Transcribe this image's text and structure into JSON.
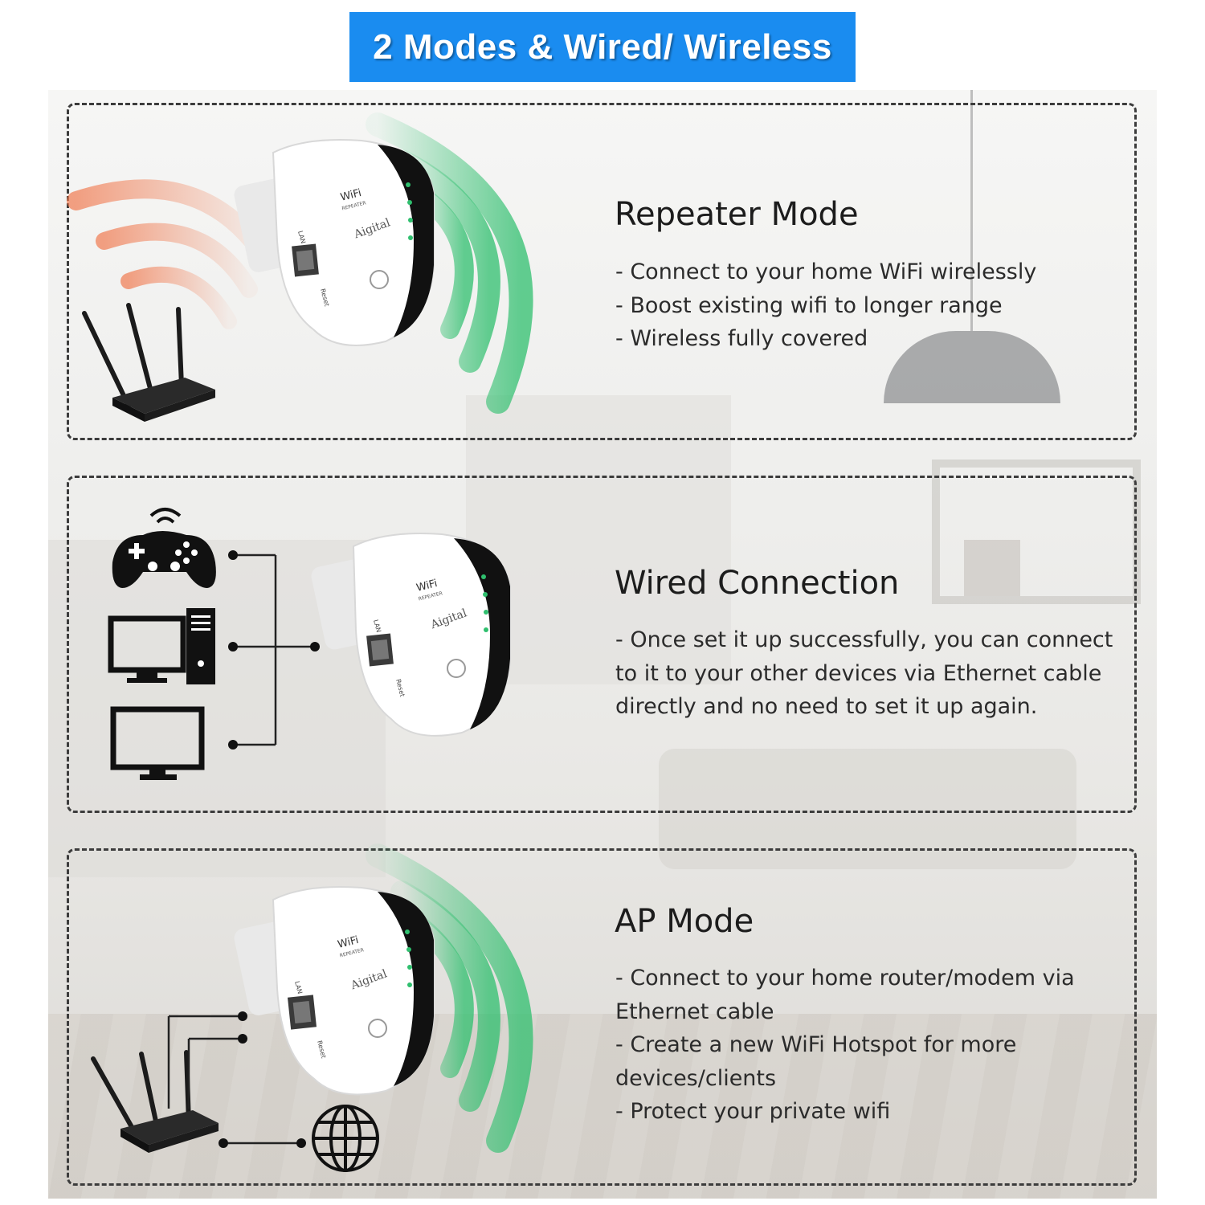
{
  "header": {
    "title": "2 Modes & Wired/ Wireless"
  },
  "colors": {
    "header_bg": "#1a8cf0",
    "signal_green": "#2fbf6e",
    "signal_orange": "#f07a50"
  },
  "device": {
    "brand": "Aigital",
    "logo": "WiFi",
    "logo_sub": "REPEATER",
    "port": "LAN",
    "reset": "Reset"
  },
  "sections": [
    {
      "title": "Repeater Mode",
      "lines": [
        "- Connect to your home WiFi wirelessly",
        "- Boost existing wifi to longer range",
        "- Wireless fully covered"
      ],
      "icons": [
        "router-icon",
        "wifi-repeater-icon"
      ]
    },
    {
      "title": "Wired Connection",
      "lines": [
        "- Once set it up successfully, you can connect",
        "to it to your other devices via Ethernet cable",
        "directly and no need to set it up again."
      ],
      "icons": [
        "gamepad-icon",
        "desktop-computer-icon",
        "monitor-icon",
        "wifi-repeater-icon"
      ]
    },
    {
      "title": "AP Mode",
      "lines": [
        "- Connect to your home router/modem via",
        "Ethernet cable",
        "- Create a new WiFi Hotspot for more",
        "devices/clients",
        "- Protect your private wifi"
      ],
      "icons": [
        "router-icon",
        "globe-icon",
        "wifi-repeater-icon"
      ]
    }
  ]
}
